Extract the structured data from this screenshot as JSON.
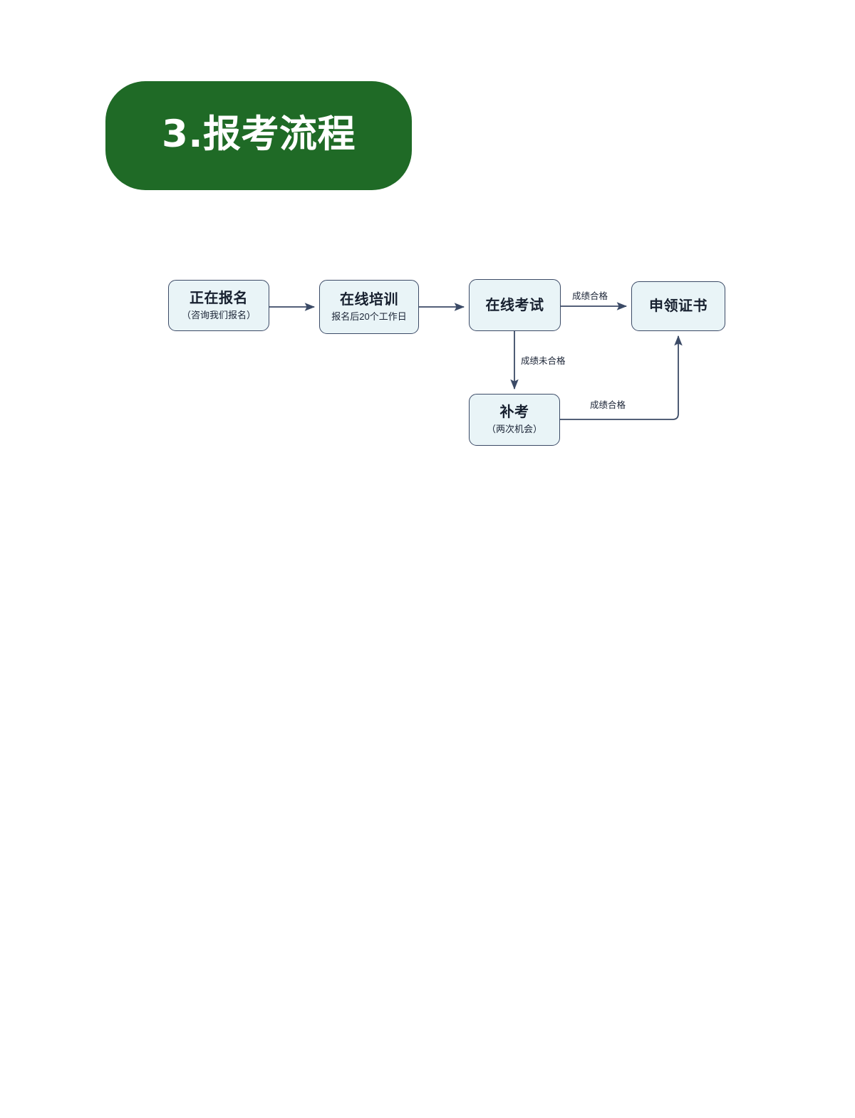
{
  "section": {
    "number_title": "3.报考流程",
    "badge_color": "#1f6a26",
    "title_color": "#ffffff"
  },
  "flowchart": {
    "node_fill": "#e9f4f7",
    "node_border": "#3b4a66",
    "edge_color": "#3b4a66",
    "nodes": [
      {
        "id": "registering",
        "title": "正在报名",
        "sub": "（咨询我们报名）"
      },
      {
        "id": "training",
        "title": "在线培训",
        "sub": "报名后20个工作日"
      },
      {
        "id": "exam",
        "title": "在线考试",
        "sub": ""
      },
      {
        "id": "certificate",
        "title": "申领证书",
        "sub": ""
      },
      {
        "id": "retake",
        "title": "补考",
        "sub": "（两次机会）"
      }
    ],
    "edges": [
      {
        "id": "registering-to-training",
        "from": "registering",
        "to": "training",
        "label": ""
      },
      {
        "id": "training-to-exam",
        "from": "training",
        "to": "exam",
        "label": ""
      },
      {
        "id": "exam-to-certificate",
        "from": "exam",
        "to": "certificate",
        "label": "成绩合格"
      },
      {
        "id": "exam-to-retake",
        "from": "exam",
        "to": "retake",
        "label": "成绩未合格"
      },
      {
        "id": "retake-to-certificate",
        "from": "retake",
        "to": "certificate",
        "label": "成绩合格"
      }
    ]
  }
}
